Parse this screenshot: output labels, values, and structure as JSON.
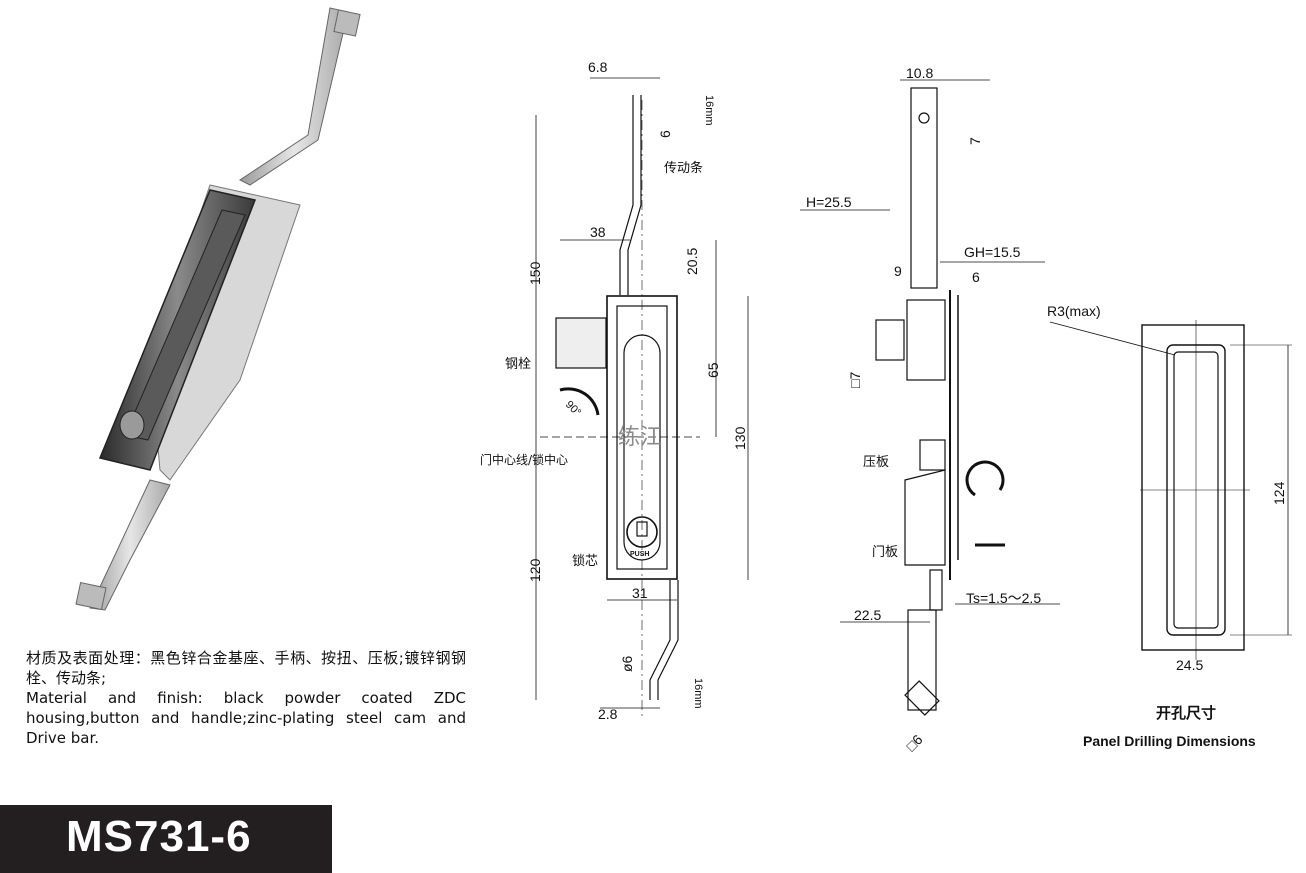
{
  "product": {
    "model": "MS731-6"
  },
  "description": {
    "line_cn": "材质及表面处理：黑色锌合金基座、手柄、按扭、压板;镀锌钢钢栓、传动条;",
    "line_en": "Material and finish:  black powder coated ZDC housing,button and handle;zinc-plating steel cam and Drive bar."
  },
  "front_view": {
    "dims": {
      "d6_8": "6.8",
      "d16mm_top": "16mm",
      "d6_top": "6",
      "d38": "38",
      "d20_5": "20.5",
      "d150": "150",
      "d65": "65",
      "d130": "130",
      "d120": "120",
      "d31": "31",
      "dphi6": "ø6",
      "d16mm_bottom": "16mm",
      "d2_8": "2.8",
      "d90": "90°"
    },
    "labels": {
      "drive_bar": "传动条",
      "cam": "钢栓",
      "center_line": "门中心线/锁中心",
      "lock_core": "锁芯",
      "push": "PUSH",
      "watermark": "练江"
    }
  },
  "side_view": {
    "dims": {
      "d10_8": "10.8",
      "d7_top": "7",
      "h": "H=25.5",
      "gh": "GH=15.5",
      "d9": "9",
      "d6": "6",
      "sq7": "□7",
      "d22_5": "22.5",
      "ts": "Ts=1.5～2.5",
      "sq6": "□6"
    },
    "labels": {
      "plate": "压板",
      "door_panel": "门板"
    }
  },
  "panel": {
    "r3": "R3(max)",
    "d124": "124",
    "d24_5": "24.5",
    "title_cn": "开孔尺寸",
    "title_en": "Panel Drilling Dimensions"
  }
}
